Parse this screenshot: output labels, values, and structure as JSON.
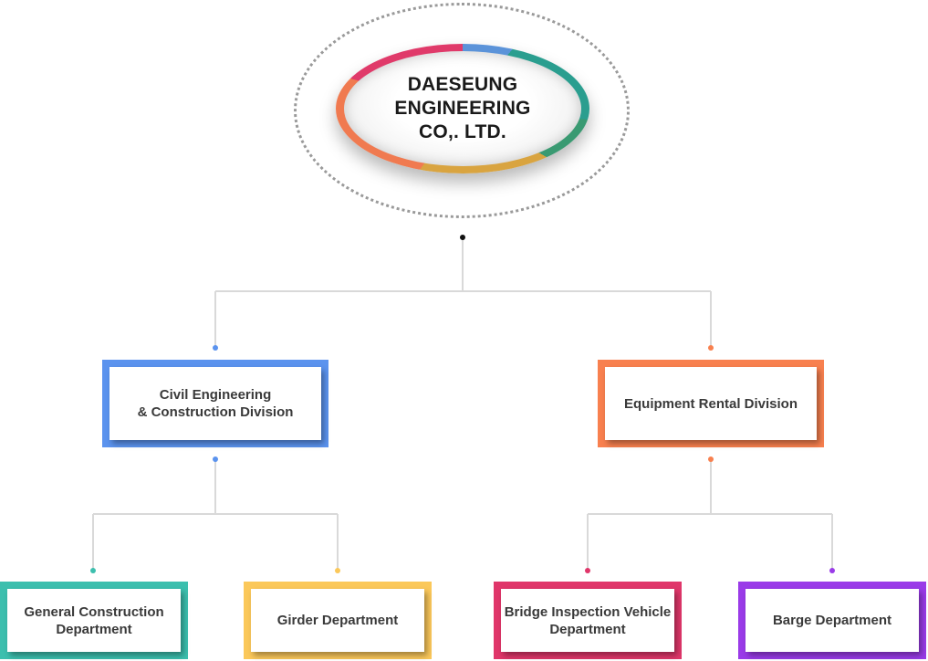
{
  "company": {
    "name_lines": [
      "DAESEUNG",
      "ENGINEERING",
      "CO,. LTD."
    ]
  },
  "divisions": [
    {
      "label_lines": [
        "Civil Engineering",
        "& Construction Division"
      ],
      "color": "#5b93ee",
      "departments": [
        {
          "label_lines": [
            "General Construction",
            "Department"
          ],
          "color": "#3cbfae"
        },
        {
          "label_lines": [
            "Girder Department"
          ],
          "color": "#fbc85a"
        }
      ]
    },
    {
      "label_lines": [
        "Equipment Rental Division"
      ],
      "color": "#f8804f",
      "departments": [
        {
          "label_lines": [
            "Bridge Inspection Vehicle",
            "Department"
          ],
          "color": "#e0366a"
        },
        {
          "label_lines": [
            "Barge Department"
          ],
          "color": "#9a3be8"
        }
      ]
    }
  ],
  "colors": {
    "connector": "#d9d9d9",
    "root_dot": "#111111"
  }
}
